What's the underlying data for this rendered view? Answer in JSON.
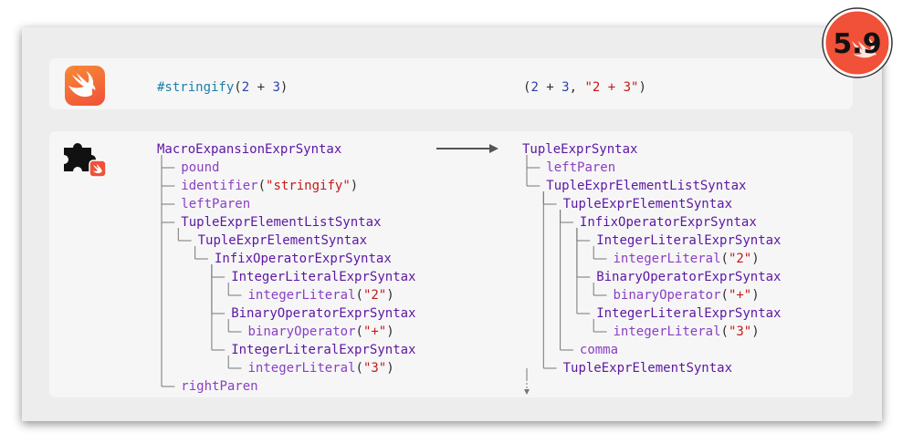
{
  "macro_call": {
    "keyword": "#stringify",
    "open": "(",
    "num_a": "2",
    "op": " + ",
    "num_b": "3",
    "close": ")"
  },
  "expansion_result": {
    "open": "(",
    "num_a": "2",
    "op": " + ",
    "num_b": "3",
    "comma": ", ",
    "string": "\"2 + 3\"",
    "close": ")"
  },
  "version_badge": "5.9",
  "icons": {
    "swift_logo": "swift-logo-icon",
    "macro_package": "puzzle-piece-icon",
    "transform_arrow": "arrow-right-icon",
    "continuation": "arrow-down-icon"
  },
  "colors": {
    "type": "#5d17a2",
    "property": "#8b3fc2",
    "string": "#c41a16",
    "keyword": "#1d7fa9",
    "number": "#2f3fa8",
    "swift_orange": "#f05138"
  },
  "source_tree": [
    {
      "depth": 0,
      "kind": "t",
      "name": "MacroExpansionExprSyntax",
      "arg": "",
      "last": false
    },
    {
      "depth": 1,
      "kind": "pr",
      "name": "pound",
      "arg": "",
      "last": false
    },
    {
      "depth": 1,
      "kind": "pr",
      "name": "identifier",
      "arg": "\"stringify\"",
      "last": false
    },
    {
      "depth": 1,
      "kind": "pr",
      "name": "leftParen",
      "arg": "",
      "last": false
    },
    {
      "depth": 1,
      "kind": "t",
      "name": "TupleExprElementListSyntax",
      "arg": "",
      "last": false
    },
    {
      "depth": 2,
      "kind": "t",
      "name": "TupleExprElementSyntax",
      "arg": "",
      "last": true
    },
    {
      "depth": 3,
      "kind": "t",
      "name": "InfixOperatorExprSyntax",
      "arg": "",
      "last": true
    },
    {
      "depth": 4,
      "kind": "t",
      "name": "IntegerLiteralExprSyntax",
      "arg": "",
      "last": false
    },
    {
      "depth": 5,
      "kind": "pr",
      "name": "integerLiteral",
      "arg": "\"2\"",
      "last": true
    },
    {
      "depth": 4,
      "kind": "t",
      "name": "BinaryOperatorExprSyntax",
      "arg": "",
      "last": false
    },
    {
      "depth": 5,
      "kind": "pr",
      "name": "binaryOperator",
      "arg": "\"+\"",
      "last": true
    },
    {
      "depth": 4,
      "kind": "t",
      "name": "IntegerLiteralExprSyntax",
      "arg": "",
      "last": true
    },
    {
      "depth": 5,
      "kind": "pr",
      "name": "integerLiteral",
      "arg": "\"3\"",
      "last": true
    },
    {
      "depth": 1,
      "kind": "pr",
      "name": "rightParen",
      "arg": "",
      "last": true
    }
  ],
  "expanded_tree": [
    {
      "depth": 0,
      "kind": "t",
      "name": "TupleExprSyntax",
      "arg": "",
      "last": false
    },
    {
      "depth": 1,
      "kind": "pr",
      "name": "leftParen",
      "arg": "",
      "last": false
    },
    {
      "depth": 1,
      "kind": "t",
      "name": "TupleExprElementListSyntax",
      "arg": "",
      "last": false
    },
    {
      "depth": 2,
      "kind": "t",
      "name": "TupleExprElementSyntax",
      "arg": "",
      "last": false
    },
    {
      "depth": 3,
      "kind": "t",
      "name": "InfixOperatorExprSyntax",
      "arg": "",
      "last": false
    },
    {
      "depth": 4,
      "kind": "t",
      "name": "IntegerLiteralExprSyntax",
      "arg": "",
      "last": false
    },
    {
      "depth": 5,
      "kind": "pr",
      "name": "integerLiteral",
      "arg": "\"2\"",
      "last": true
    },
    {
      "depth": 4,
      "kind": "t",
      "name": "BinaryOperatorExprSyntax",
      "arg": "",
      "last": false
    },
    {
      "depth": 5,
      "kind": "pr",
      "name": "binaryOperator",
      "arg": "\"+\"",
      "last": true
    },
    {
      "depth": 4,
      "kind": "t",
      "name": "IntegerLiteralExprSyntax",
      "arg": "",
      "last": true
    },
    {
      "depth": 5,
      "kind": "pr",
      "name": "integerLiteral",
      "arg": "\"3\"",
      "last": true
    },
    {
      "depth": 3,
      "kind": "pr",
      "name": "comma",
      "arg": "",
      "last": true
    },
    {
      "depth": 2,
      "kind": "t",
      "name": "TupleExprElementSyntax",
      "arg": "",
      "last": false
    }
  ]
}
